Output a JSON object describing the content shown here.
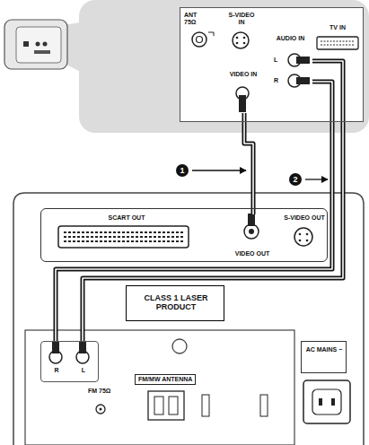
{
  "diagram": {
    "nodes": [
      {
        "text": [
          "ANT 75Ω",
          "S-VIDEO IN",
          "TV IN"
        ]
      },
      {
        "text": [
          "VIDEO IN"
        ],
        "in": 0
      },
      {
        "text": [
          "AUDIO IN"
        ],
        "in": 0
      },
      {
        "text": [
          "SCART OUT",
          "S-VIDEO OUT"
        ]
      },
      {
        "text": [
          "VIDEO OUT"
        ],
        "in": 3
      },
      {
        "text": [
          "CLASS 1 LASER PRODUCT"
        ]
      },
      {
        "text": [
          "R",
          "L"
        ]
      },
      {
        "text": [
          "AC MAINS ~"
        ]
      }
    ],
    "edges": [
      {
        "from": 4,
        "to": 1,
        "arrow": "none"
      },
      {
        "from": 6,
        "to": 2,
        "arrow": "none"
      }
    ],
    "labels": [
      "L",
      "R",
      "1",
      "2",
      "FM/MW ANTENNA",
      "FM 75Ω"
    ]
  }
}
